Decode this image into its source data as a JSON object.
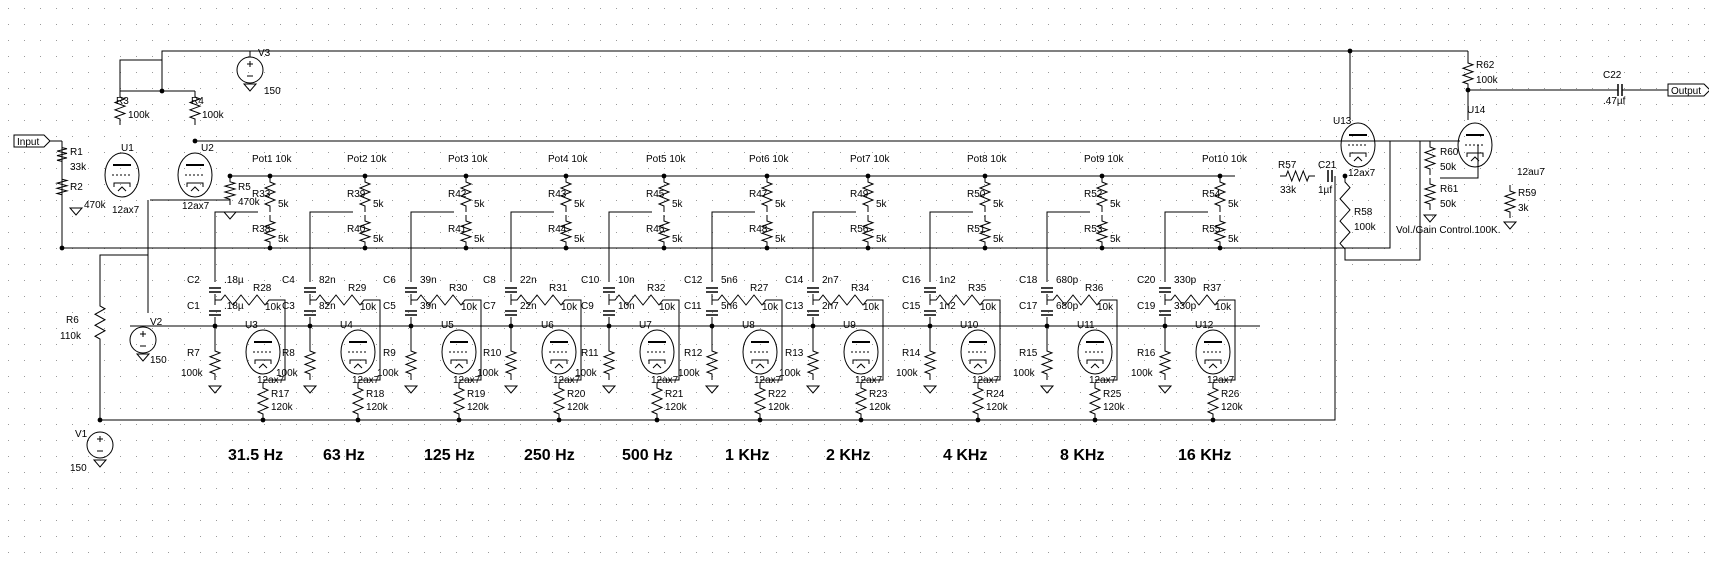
{
  "ports": {
    "input": "Input",
    "output": "Output"
  },
  "sources": [
    {
      "name": "V3",
      "value": "150"
    },
    {
      "name": "V2",
      "value": "150"
    },
    {
      "name": "V1",
      "value": "150"
    }
  ],
  "input_stage": {
    "R1": {
      "name": "R1",
      "value": "33k"
    },
    "R2": {
      "name": "R2",
      "value": "470k"
    },
    "R3": {
      "name": "R3",
      "value": "100k"
    },
    "R4": {
      "name": "R4",
      "value": "100k"
    },
    "R5": {
      "name": "R5",
      "value": "470k"
    },
    "R6": {
      "name": "R6",
      "value": "110k"
    },
    "U1": {
      "name": "U1",
      "value": "12ax7"
    },
    "U2": {
      "name": "U2",
      "value": "12ax7"
    }
  },
  "bands": [
    {
      "freq": "31.5 Hz",
      "pot": "Pot1 10k",
      "ra": "R33",
      "va": "5k",
      "rb": "R38",
      "vb": "5k",
      "cu": "C2",
      "cl": "C1",
      "cv": ".18µ",
      "rf": "R28",
      "rg": "R7",
      "rk": "R17",
      "tube": "U3"
    },
    {
      "freq": "63 Hz",
      "pot": "Pot2 10k",
      "ra": "R39",
      "va": "5k",
      "rb": "R40",
      "vb": "5k",
      "cu": "C4",
      "cl": "C3",
      "cv": "82n",
      "rf": "R29",
      "rg": "R8",
      "rk": "R18",
      "tube": "U4"
    },
    {
      "freq": "125 Hz",
      "pot": "Pot3 10k",
      "ra": "R42",
      "va": "5k",
      "rb": "R41",
      "vb": "5k",
      "cu": "C6",
      "cl": "C5",
      "cv": "39n",
      "rf": "R30",
      "rg": "R9",
      "rk": "R19",
      "tube": "U5"
    },
    {
      "freq": "250 Hz",
      "pot": "Pot4 10k",
      "ra": "R43",
      "va": "5k",
      "rb": "R44",
      "vb": "5k",
      "cu": "C8",
      "cl": "C7",
      "cv": "22n",
      "rf": "R31",
      "rg": "R10",
      "rk": "R20",
      "tube": "U6"
    },
    {
      "freq": "500 Hz",
      "pot": "Pot5 10k",
      "ra": "R45",
      "va": "5k",
      "rb": "R46",
      "vb": "5k",
      "cu": "C10",
      "cl": "C9",
      "cv": "10n",
      "rf": "R32",
      "rg": "R11",
      "rk": "R21",
      "tube": "U7"
    },
    {
      "freq": "1 KHz",
      "pot": "Pot6 10k",
      "ra": "R47",
      "va": "5k",
      "rb": "R48",
      "vb": "5k",
      "cu": "C12",
      "cl": "C11",
      "cv": "5n6",
      "rf": "R27",
      "rg": "R12",
      "rk": "R22",
      "tube": "U8"
    },
    {
      "freq": "2 KHz",
      "pot": "Pot7 10k",
      "ra": "R49",
      "va": "5k",
      "rb": "R56",
      "vb": "5k",
      "cu": "C14",
      "cl": "C13",
      "cv": "2n7",
      "rf": "R34",
      "rg": "R13",
      "rk": "R23",
      "tube": "U9"
    },
    {
      "freq": "4 KHz",
      "pot": "Pot8 10k",
      "ra": "R50",
      "va": "5k",
      "rb": "R51",
      "vb": "5k",
      "cu": "C16",
      "cl": "C15",
      "cv": "1n2",
      "rf": "R35",
      "rg": "R14",
      "rk": "R24",
      "tube": "U10"
    },
    {
      "freq": "8 KHz",
      "pot": "Pot9 10k",
      "ra": "R52",
      "va": "5k",
      "rb": "R53",
      "vb": "5k",
      "cu": "C18",
      "cl": "C17",
      "cv": "680p",
      "rf": "R36",
      "rg": "R15",
      "rk": "R25",
      "tube": "U11"
    },
    {
      "freq": "16 KHz",
      "pot": "Pot10 10k",
      "ra": "R54",
      "va": "5k",
      "rb": "R55",
      "vb": "5k",
      "cu": "C20",
      "cl": "C19",
      "cv": "330p",
      "rf": "R37",
      "rg": "R16",
      "rk": "R26",
      "tube": "U12"
    }
  ],
  "band_common": {
    "rf_value": "10k",
    "rg_value": "100k",
    "rk_value": "120k",
    "tube_value": "12ax7"
  },
  "output_stage": {
    "R57": {
      "name": "R57",
      "value": "33k"
    },
    "C21": {
      "name": "C21",
      "value": "1µf"
    },
    "R58": {
      "name": "R58",
      "value": "100k"
    },
    "U13": {
      "name": "U13",
      "value": "12ax7"
    },
    "R62": {
      "name": "R62",
      "value": "100k"
    },
    "C22": {
      "name": "C22",
      "value": ".47µf"
    },
    "R60": {
      "name": "R60",
      "value": "50k"
    },
    "R61": {
      "name": "R61",
      "value": "50k"
    },
    "vol_label": "Vol./Gain Control.100K.",
    "U14": {
      "name": "U14",
      "value": "12au7"
    },
    "R59": {
      "name": "R59",
      "value": "3k"
    }
  }
}
